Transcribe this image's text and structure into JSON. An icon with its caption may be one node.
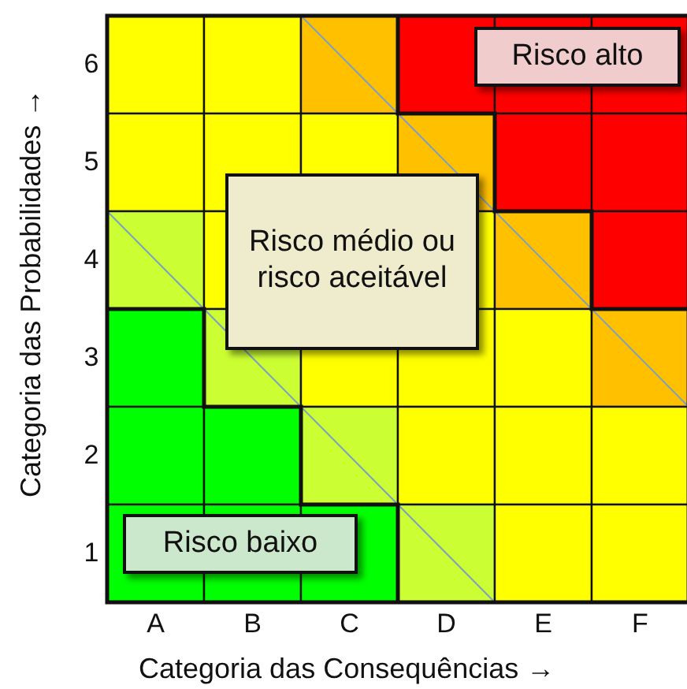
{
  "diagram": {
    "nodes": [
      {
        "text": [
          "Risco alto"
        ]
      },
      {
        "text": [
          "Risco médio ou risco aceitável"
        ]
      },
      {
        "text": [
          "Risco baixo"
        ]
      }
    ],
    "labels": [
      "Categoria das Probabilidades →",
      "6",
      "5",
      "4",
      "3",
      "2",
      "1",
      "A",
      "B",
      "C",
      "D",
      "E",
      "F",
      "Categoria das Consequências →"
    ]
  }
}
